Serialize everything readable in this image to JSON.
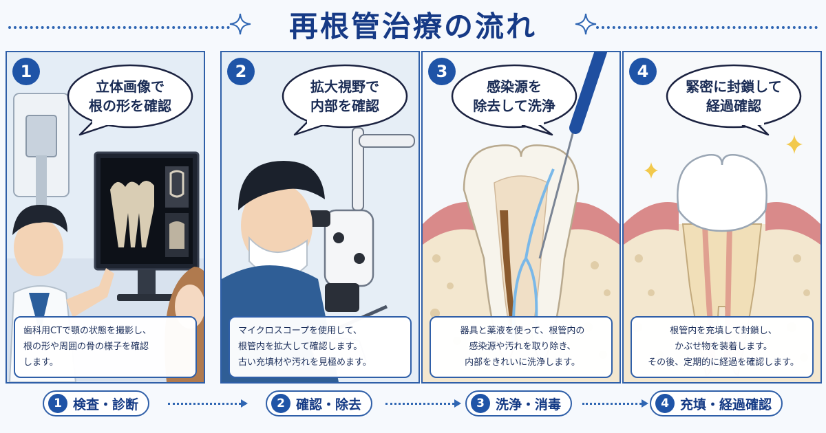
{
  "header": {
    "title": "再根管治療の流れ"
  },
  "panels": [
    {
      "number": "1",
      "speech": "立体画像で\n根の形を確認",
      "description": [
        "歯科用CTで顎の状態を撮影し、",
        "根の形や周囲の骨の様子を確認",
        "します。"
      ]
    },
    {
      "number": "2",
      "speech": "拡大視野で\n内部を確認",
      "description": [
        "マイクロスコープを使用して、",
        "根管内を拡大して確認します。",
        "古い充填材や汚れを見極めます。"
      ]
    },
    {
      "number": "3",
      "speech": "感染源を\n除去して洗浄",
      "description": [
        "器具と薬液を使って、根管内の",
        "感染源や汚れを取り除き、",
        "内部をきれいに洗浄します。"
      ]
    },
    {
      "number": "4",
      "speech": "緊密に封鎖して\n経過確認",
      "description": [
        "根管内を充填して封鎖し、",
        "かぶせ物を装着します。",
        "その後、定期的に経過を確認します。"
      ]
    }
  ],
  "footer": {
    "steps": [
      {
        "number": "1",
        "label": "検査・診断"
      },
      {
        "number": "2",
        "label": "確認・除去"
      },
      {
        "number": "3",
        "label": "洗浄・消毒"
      },
      {
        "number": "4",
        "label": "充填・経過確認"
      }
    ]
  },
  "colors": {
    "primary": "#1f54a7",
    "border": "#2f5fa8",
    "title": "#163a86",
    "gum": "#d98a8a",
    "bone": "#f3e7cf",
    "enamel": "#f7f7f5"
  },
  "icons": {
    "header_decoration": "sparkle-icon",
    "flow_arrow": "dotted-arrow-icon"
  }
}
